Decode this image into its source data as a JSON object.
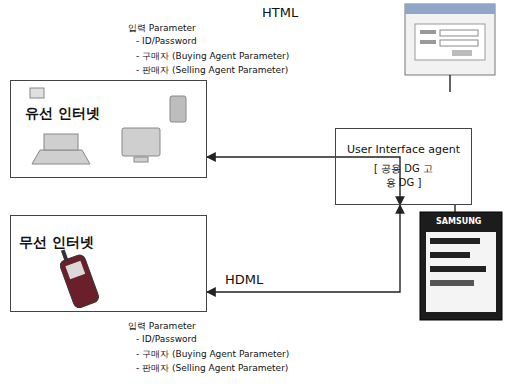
{
  "diagram": {
    "nodes": [
      {
        "text": [
          "유선 인터넷"
        ]
      },
      {
        "text": [
          "User Interface agent",
          "[ 공용 DG 고용 DG ]"
        ]
      },
      {
        "text": [
          "무선 인터넷"
        ]
      }
    ],
    "edges": [
      {
        "from": 1,
        "to": 0,
        "arrow": "both"
      },
      {
        "from": 1,
        "to": 2,
        "arrow": "both"
      }
    ],
    "labels": [
      "HTML",
      "입력 Parameter",
      "- ID/Password",
      "- 구매자 (Buying Agent Parameter)",
      "- 판매자 (Selling Agent Parameter)",
      "HDML",
      "입력 Parameter",
      "- ID/Password",
      "- 구매자 (Buying Agent Parameter)",
      "- 판매자 (Selling Agent Parameter)",
      "SAMSUNG"
    ]
  }
}
